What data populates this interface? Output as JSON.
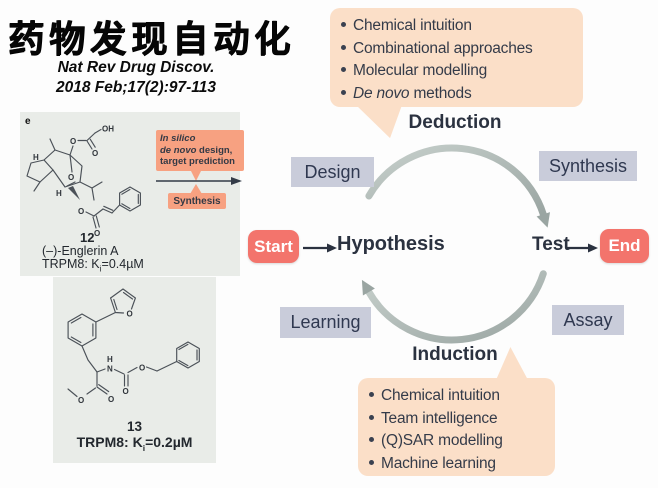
{
  "header": {
    "title": "药物发现自动化",
    "citation_line1": "Nat Rev Drug Discov.",
    "citation_line2": "2018 Feb;17(2):97-113"
  },
  "panel_e": {
    "panel_letter": "e",
    "compound_number": "12",
    "compound_name": "(–)-Englerin A",
    "activity": {
      "prefix": "TRPM8: K",
      "sub": "i",
      "suffix": "=0.4µM"
    },
    "insilico": {
      "line1_italic": "In silico",
      "line2_italic": "de novo",
      "line2_rest": " design,",
      "line3": "target prediction"
    },
    "synthesis_label": "Synthesis",
    "atoms": {
      "oh": "OH",
      "ester_o_top": "O",
      "carbonyl_o_top": "O",
      "bridge_o": "O",
      "h_left": "H",
      "h_bottom": "H",
      "ester_o_bottom": "O",
      "carbonyl_o_bottom": "O"
    }
  },
  "panel_13": {
    "compound_number": "13",
    "activity": {
      "prefix": "TRPM8: K",
      "sub": "i",
      "suffix": "=0.2µM"
    },
    "atoms": {
      "furan_o": "O",
      "amide_h": "H",
      "amide_n": "N",
      "carbamate_o": "O",
      "carbamate_carbonyl_o": "O",
      "ester_carbonyl_o": "O",
      "ester_o": "O"
    }
  },
  "deduction_bubble": {
    "items": [
      {
        "italic": "",
        "rest": "Chemical intuition"
      },
      {
        "italic": "",
        "rest": "Combinational approaches"
      },
      {
        "italic": "",
        "rest": "Molecular modelling"
      },
      {
        "italic": "De novo",
        "rest": " methods"
      }
    ]
  },
  "induction_bubble": {
    "items": [
      {
        "italic": "",
        "rest": "Chemical intuition"
      },
      {
        "italic": "",
        "rest": "Team intelligence"
      },
      {
        "italic": "",
        "rest": "(Q)SAR modelling"
      },
      {
        "italic": "",
        "rest": "Machine learning"
      }
    ]
  },
  "cycle": {
    "deduction": "Deduction",
    "induction": "Induction",
    "start": "Start",
    "hypothesis": "Hypothesis",
    "test": "Test",
    "end": "End",
    "design": "Design",
    "synthesis": "Synthesis",
    "learning": "Learning",
    "assay": "Assay"
  },
  "colors": {
    "peach_bubble": "#fbdfc8",
    "salmon_note": "#f7a181",
    "start_end_red": "#f3746c",
    "stage_lavender": "#c9ccda",
    "panel_gray": "#e9ece8",
    "arc_gray": "#9aa5a2",
    "dark_text": "#2f3850"
  }
}
